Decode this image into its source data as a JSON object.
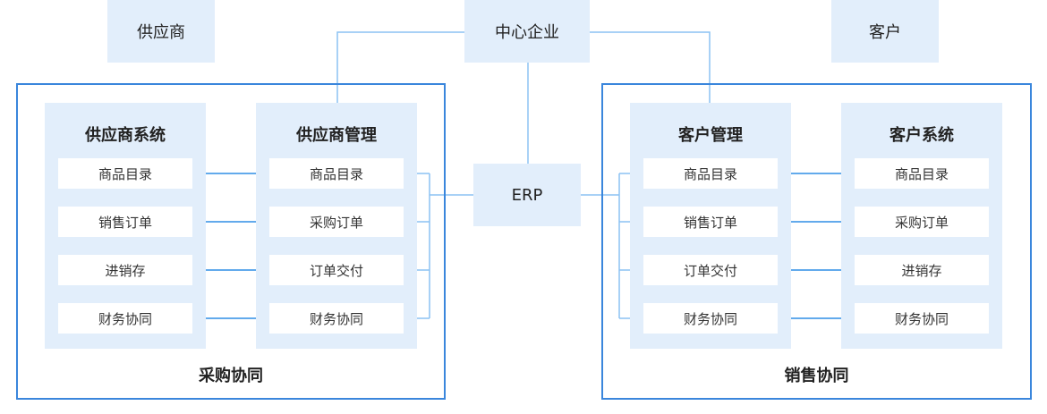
{
  "top": {
    "supplier": "供应商",
    "center": "中心企业",
    "customer": "客户"
  },
  "erp": "ERP",
  "purchase": {
    "caption": "采购协同",
    "supplier_system": {
      "title": "供应商系统",
      "items": [
        "商品目录",
        "销售订单",
        "进销存",
        "财务协同"
      ]
    },
    "supplier_mgmt": {
      "title": "供应商管理",
      "items": [
        "商品目录",
        "采购订单",
        "订单交付",
        "财务协同"
      ]
    }
  },
  "sales": {
    "caption": "销售协同",
    "customer_mgmt": {
      "title": "客户管理",
      "items": [
        "商品目录",
        "销售订单",
        "订单交付",
        "财务协同"
      ]
    },
    "customer_system": {
      "title": "客户系统",
      "items": [
        "商品目录",
        "采购订单",
        "进销存",
        "财务协同"
      ]
    }
  },
  "colors": {
    "light_line": "#8cc2f3",
    "arrow": "#2e8ee6",
    "frame": "#3a86dc",
    "panel_fill": "#e2eefb"
  }
}
